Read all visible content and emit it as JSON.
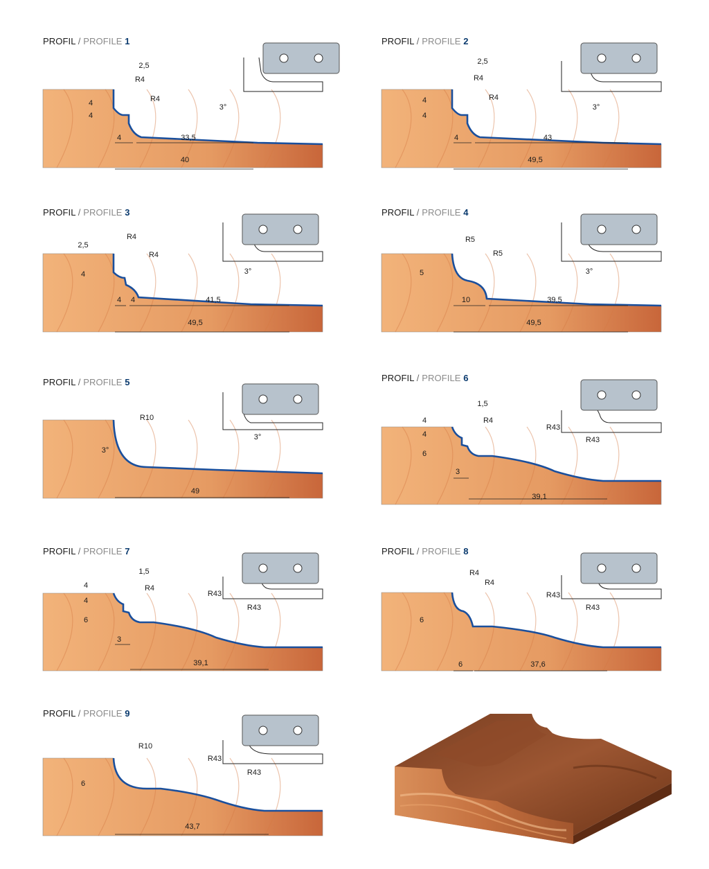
{
  "title_word1": "PROFIL",
  "title_sep": " / ",
  "title_word2": "PROFILE",
  "colors": {
    "profile_line": "#1a4f9c",
    "wood_light": "#f2b37a",
    "wood_dark": "#c8663a",
    "title_number": "#0a3a6e",
    "cutter_blade": "#b7c2cc"
  },
  "profiles": [
    {
      "number": "1",
      "labels": [
        "2,5",
        "R4",
        "R4",
        "3°",
        "4",
        "4",
        "4",
        "33,5",
        "40"
      ]
    },
    {
      "number": "2",
      "labels": [
        "2,5",
        "R4",
        "R4",
        "3°",
        "4",
        "4",
        "4",
        "43",
        "49,5"
      ]
    },
    {
      "number": "3",
      "labels": [
        "R4",
        "R4",
        "2,5",
        "4",
        "3°",
        "4",
        "4",
        "41,5",
        "49,5"
      ]
    },
    {
      "number": "4",
      "labels": [
        "R5",
        "R5",
        "5",
        "3°",
        "10",
        "39,5",
        "49,5"
      ]
    },
    {
      "number": "5",
      "labels": [
        "R10",
        "3°",
        "3°",
        "49"
      ]
    },
    {
      "number": "6",
      "labels": [
        "1,5",
        "R4",
        "R43",
        "R43",
        "4",
        "4",
        "6",
        "3",
        "39,1"
      ]
    },
    {
      "number": "7",
      "labels": [
        "1,5",
        "R4",
        "R43",
        "R43",
        "4",
        "4",
        "6",
        "3",
        "39,1"
      ]
    },
    {
      "number": "8",
      "labels": [
        "R4",
        "R4",
        "R43",
        "R43",
        "6",
        "6",
        "37,6"
      ]
    },
    {
      "number": "9",
      "labels": [
        "R10",
        "R43",
        "R43",
        "6",
        "43,7"
      ]
    }
  ]
}
